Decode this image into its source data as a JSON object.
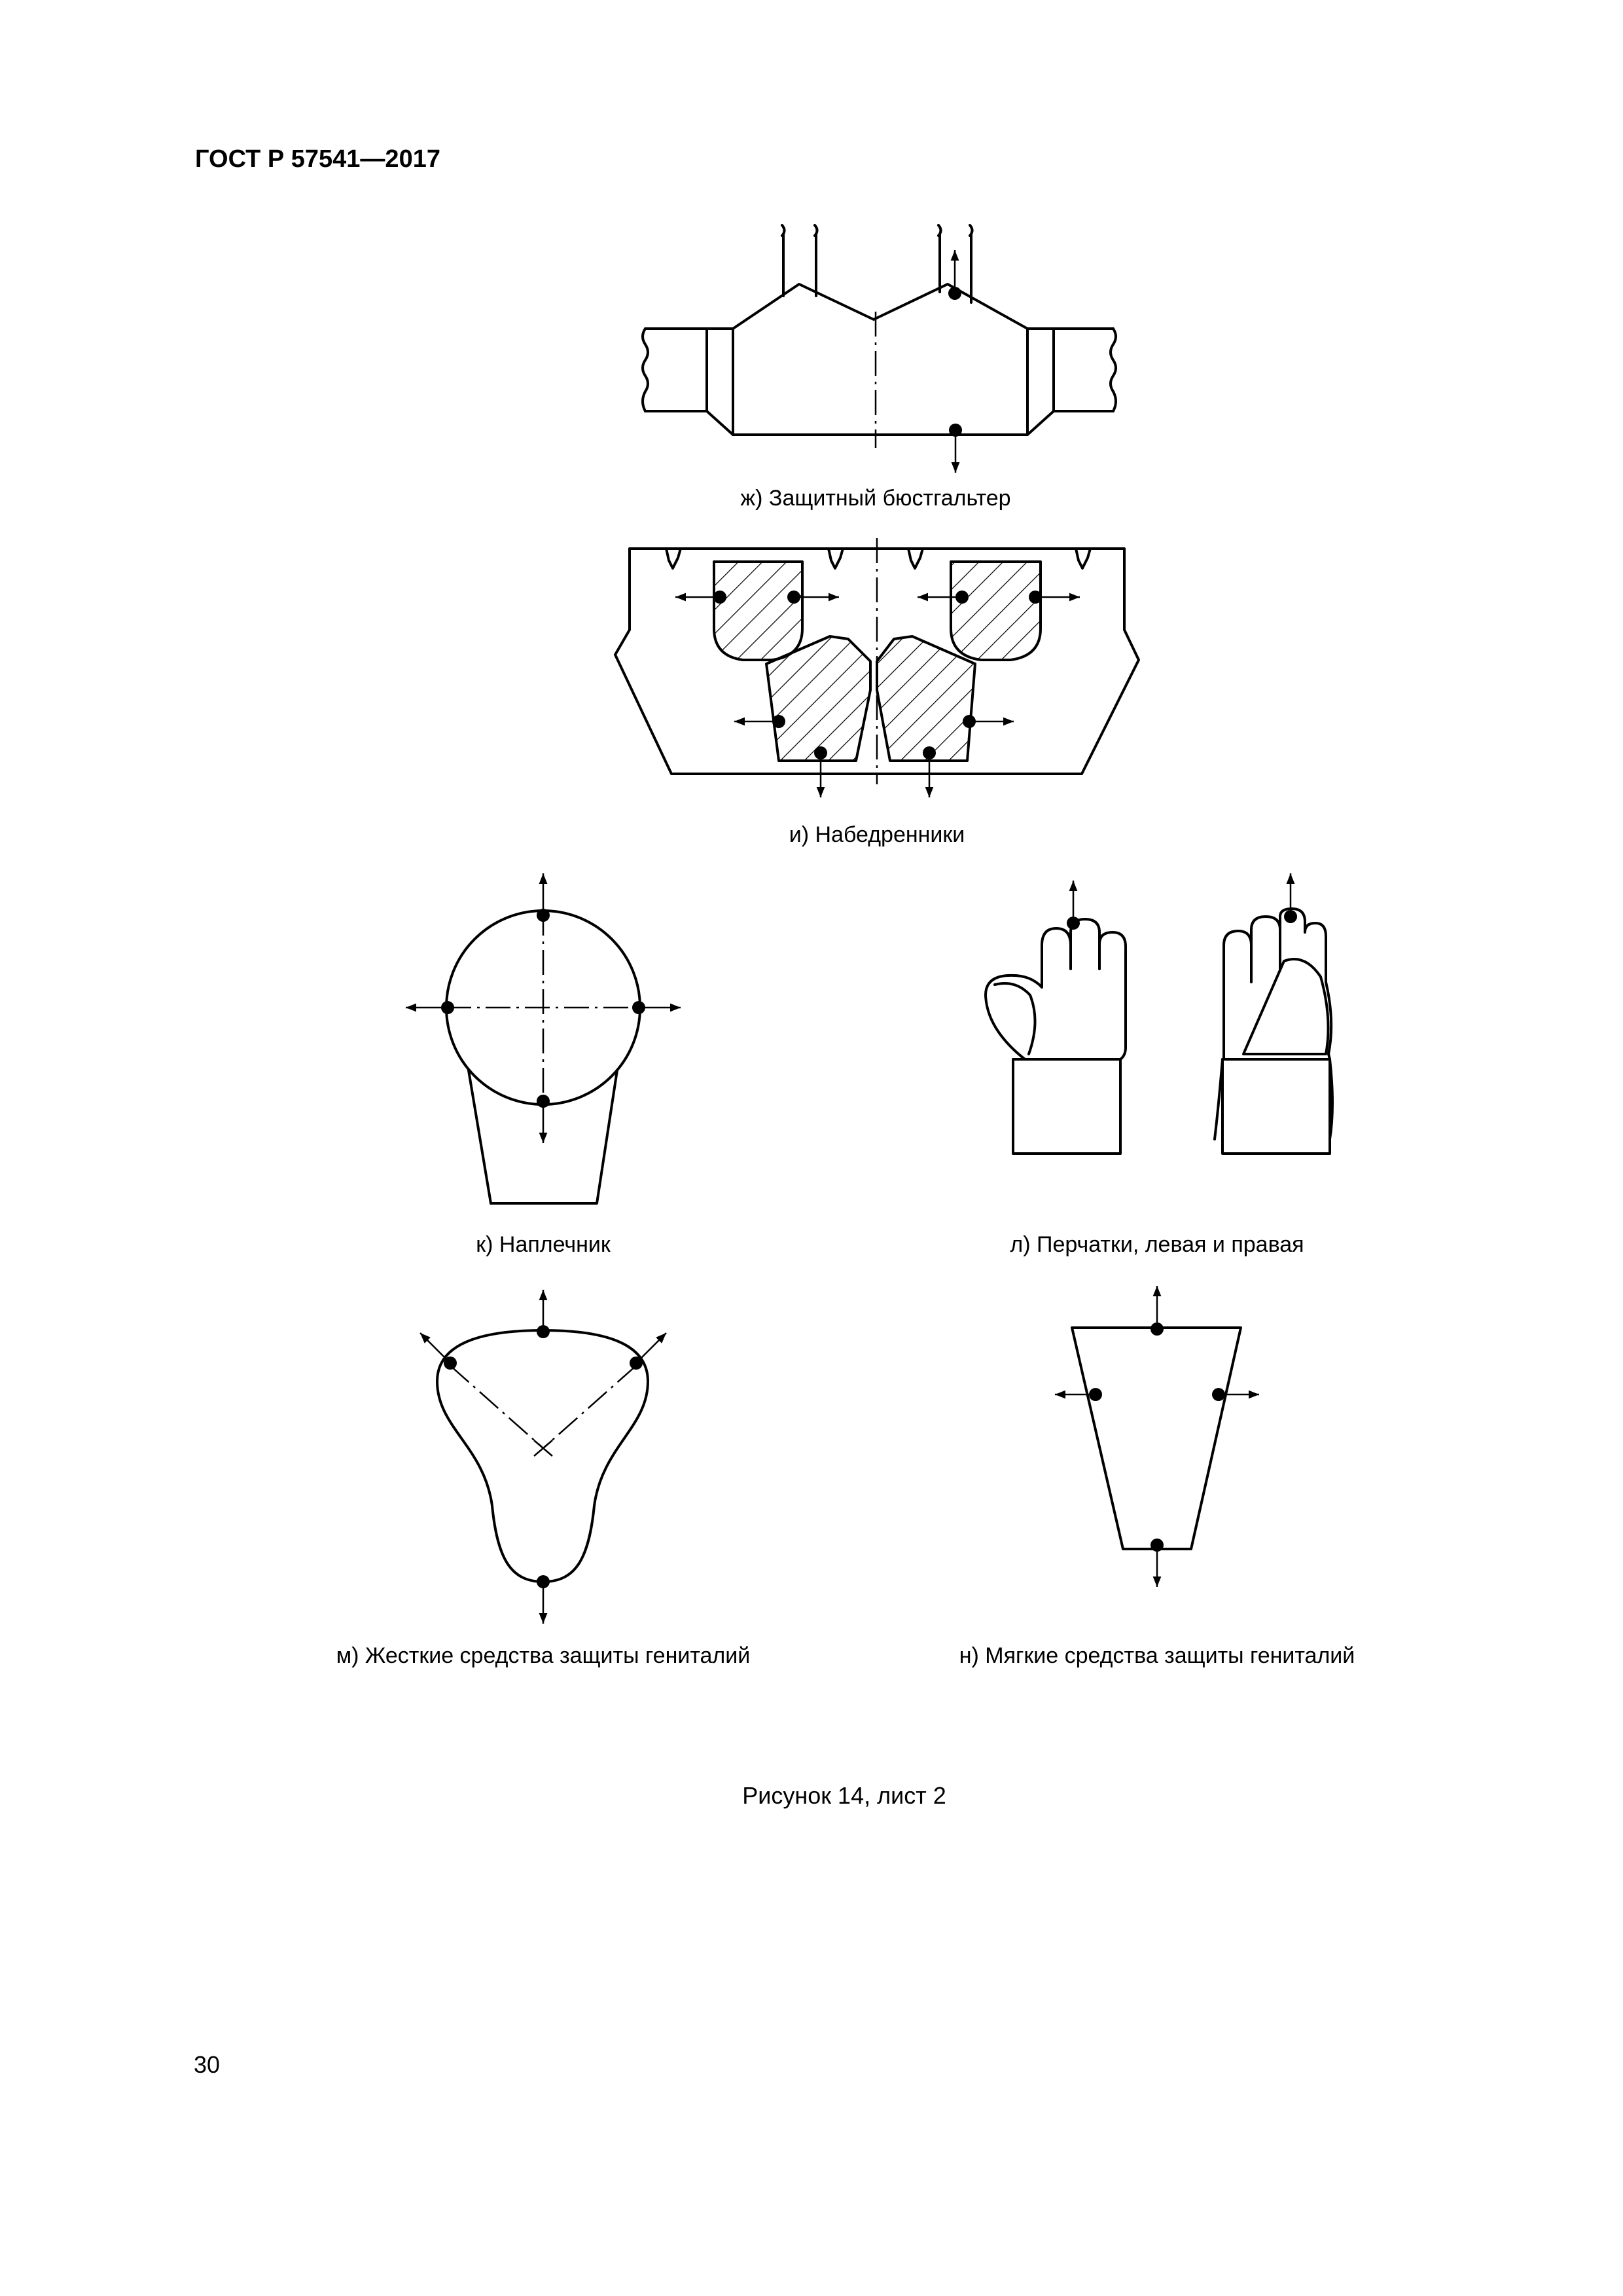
{
  "header": {
    "standard": "ГОСТ Р 57541—2017"
  },
  "panels": [
    {
      "id": "zh",
      "caption": "ж) Защитный бюстгальтер"
    },
    {
      "id": "i",
      "caption": "и) Набедренники"
    },
    {
      "id": "k",
      "caption": "к) Наплечник"
    },
    {
      "id": "l",
      "caption": "л) Перчатки, левая и правая"
    },
    {
      "id": "m",
      "caption": "м) Жесткие средства защиты гениталий"
    },
    {
      "id": "n",
      "caption": "н) Мягкие средства защиты гениталий"
    }
  ],
  "figure": {
    "caption": "Рисунок 14, лист 2"
  },
  "footer": {
    "page_number": "30"
  },
  "colors": {
    "ink": "#000000",
    "paper": "#ffffff"
  }
}
